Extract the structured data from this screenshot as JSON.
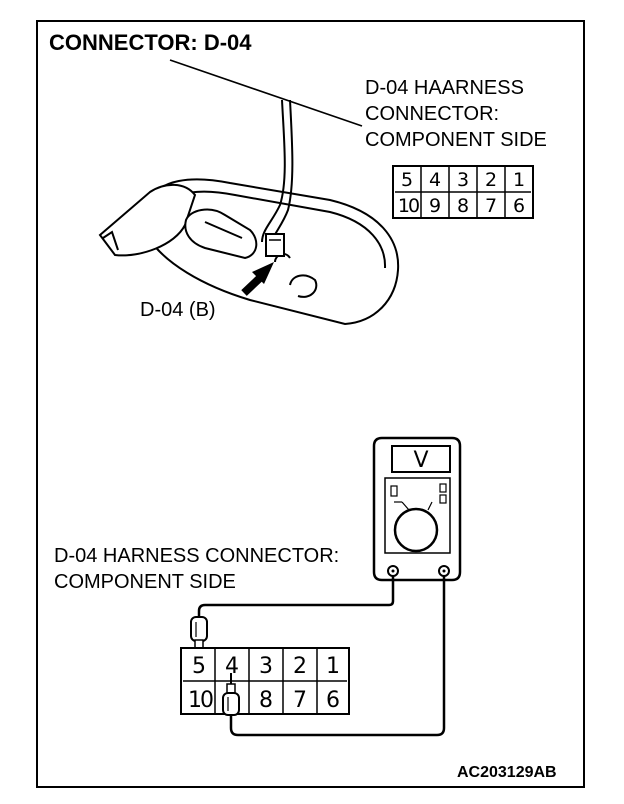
{
  "title": "CONNECTOR: D-04",
  "top_connector_label": [
    "D-04 HAARNESS",
    "CONNECTOR:",
    "COMPONENT SIDE"
  ],
  "pointer_label": "D-04 (B)",
  "bottom_connector_label": [
    "D-04 HARNESS CONNECTOR:",
    "COMPONENT SIDE"
  ],
  "connector_pins": {
    "top_row": [
      "5",
      "4",
      "3",
      "2",
      "1"
    ],
    "bottom_row": [
      "10",
      "9",
      "8",
      "7",
      "6"
    ]
  },
  "meter": {
    "display": "V"
  },
  "figure_id": "AC203129AB"
}
